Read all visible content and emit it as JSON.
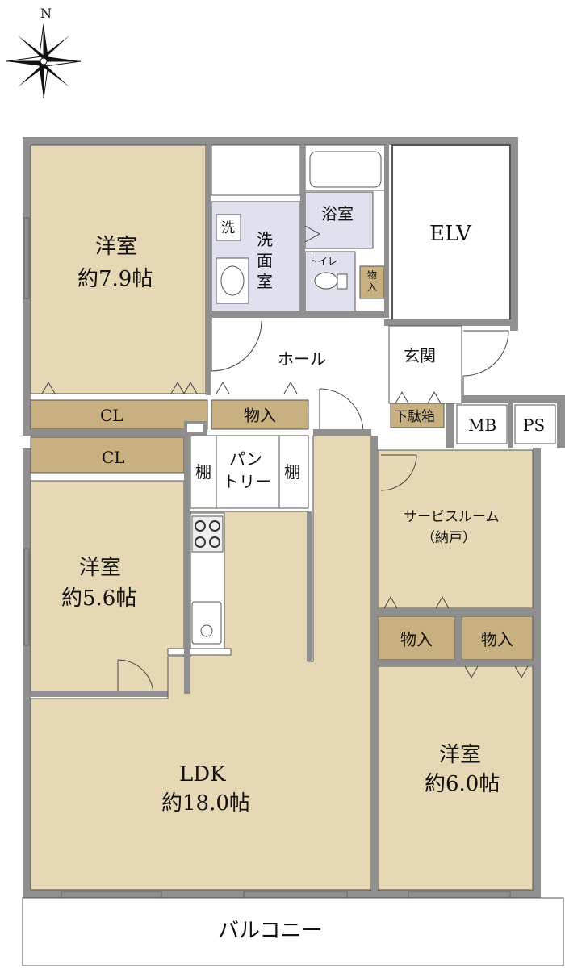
{
  "compass": {
    "north_label": "N"
  },
  "colors": {
    "wall": "#8f8f8f",
    "floor_wood": "#e6d8b5",
    "storage": "#c8b080",
    "wet_area": "#dfe1ee",
    "hall": "#ffffff",
    "balcony": "#ffffff",
    "door_stroke": "#444444"
  },
  "rooms": {
    "western_1": {
      "name": "洋室",
      "size": "約7.9帖"
    },
    "western_2": {
      "name": "洋室",
      "size": "約5.6帖"
    },
    "western_3": {
      "name": "洋室",
      "size": "約6.0帖"
    },
    "ldk": {
      "name": "LDK",
      "size": "約18.0帖"
    },
    "service_room": {
      "name": "サービスルーム",
      "sub": "（納戸）"
    },
    "washroom": {
      "line1": "洗",
      "line2": "面",
      "line3": "室"
    },
    "bathroom": {
      "name": "浴室"
    },
    "toilet": {
      "name": "トイレ"
    },
    "hall": {
      "name": "ホール"
    },
    "entrance": {
      "name": "玄関"
    },
    "elv": {
      "name": "ELV"
    },
    "balcony": {
      "name": "バルコニー"
    }
  },
  "storage": {
    "cl_1": "CL",
    "cl_2": "CL",
    "hall_storage": "物入",
    "pantry_line1": "パン",
    "pantry_line2": "トリー",
    "shelf_left": "棚",
    "shelf_right": "棚",
    "service_storage_1": "物入",
    "service_storage_2": "物入",
    "toilet_storage_1": "物",
    "toilet_storage_2": "入",
    "shoe_box": "下駄箱",
    "washer": "洗"
  },
  "meters": {
    "mb": "MB",
    "ps": "PS"
  }
}
